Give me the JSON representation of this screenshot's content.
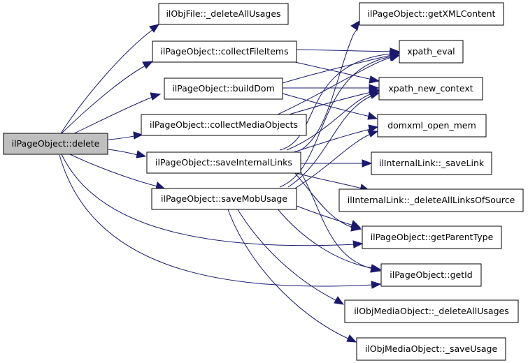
{
  "diagram": {
    "nodes": [
      {
        "id": "root",
        "label": "ilPageObject::delete"
      },
      {
        "id": "obj_file_delete",
        "label": "ilObjFile::_deleteAllUsages"
      },
      {
        "id": "collect_file_items",
        "label": "ilPageObject::collectFileItems"
      },
      {
        "id": "build_dom",
        "label": "ilPageObject::buildDom"
      },
      {
        "id": "collect_media",
        "label": "ilPageObject::collectMediaObjects"
      },
      {
        "id": "save_internal_links",
        "label": "ilPageObject::saveInternalLinks"
      },
      {
        "id": "save_mob_usage",
        "label": "ilPageObject::saveMobUsage"
      },
      {
        "id": "get_xml_content",
        "label": "ilPageObject::getXMLContent"
      },
      {
        "id": "xpath_eval",
        "label": "xpath_eval"
      },
      {
        "id": "xpath_new_context",
        "label": "xpath_new_context"
      },
      {
        "id": "domxml_open_mem",
        "label": "domxml_open_mem"
      },
      {
        "id": "internal_link_save",
        "label": "ilInternalLink::_saveLink"
      },
      {
        "id": "internal_link_delete",
        "label": "ilInternalLink::_deleteAllLinksOfSource"
      },
      {
        "id": "get_parent_type",
        "label": "ilPageObject::getParentType"
      },
      {
        "id": "get_id",
        "label": "ilPageObject::getId"
      },
      {
        "id": "media_delete_usages",
        "label": "ilObjMediaObject::_deleteAllUsages"
      },
      {
        "id": "media_save_usage",
        "label": "ilObjMediaObject::_saveUsage"
      }
    ]
  }
}
